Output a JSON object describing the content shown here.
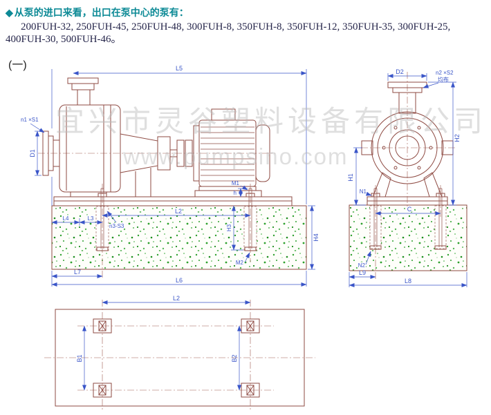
{
  "header": {
    "bullet": "◆",
    "heading": "从泵的进口来看，出口在泵中心的泵有：",
    "models_line1": "200FUH-32, 250FUH-45, 250FUH-48, 300FUH-8, 350FUH-8, 350FUH-12, 350FUH-35, 300FUH-25,",
    "models_line2": "400FUH-30, 500FUH-46。",
    "figure_label": "(一)"
  },
  "watermark": {
    "company": "宜兴市灵谷塑料设备有限公司",
    "website": "www.pumpsino.com"
  },
  "colors": {
    "heading_teal": "#0d8a96",
    "drawing_line": "#8e4a42",
    "dimension_blue": "#3a55c8",
    "concrete_green": "#2ca02c"
  },
  "side_view": {
    "l5": "L5",
    "d1": "D1",
    "n1_s1": "n1 ×S1",
    "m1": "M1",
    "h": "h",
    "h3": "H3",
    "l2": "L2",
    "l4": "L4",
    "l3": "L3",
    "n3_s3": "n3-S3",
    "m2": "M2",
    "h4": "H4",
    "l7": "L7",
    "l6": "L6"
  },
  "end_view": {
    "d2": "D2",
    "n2_s2": "n2 ×S2",
    "evenly": "均布",
    "h2": "H2",
    "h1": "H1",
    "n1": "N1",
    "c": "C",
    "n2": "N2",
    "l9": "L9",
    "l8": "L8"
  },
  "plan_view": {
    "l2": "L2",
    "b1": "B1",
    "b2": "B2"
  }
}
